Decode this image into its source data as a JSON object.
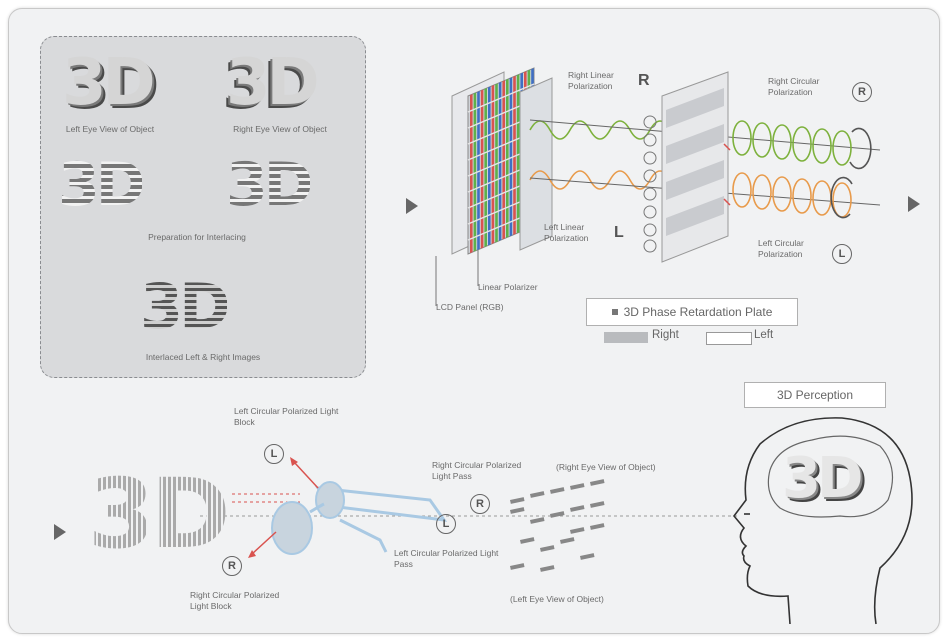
{
  "glyph": "3D",
  "prep": {
    "left_eye": "Left Eye View of Object",
    "right_eye": "Right Eye View of Object",
    "preparation": "Preparation for Interlacing",
    "interlaced": "Interlaced Left & Right Images"
  },
  "optics": {
    "right_linear": "Right Linear Polarization",
    "left_linear": "Left Linear Polarization",
    "right_circular": "Right Circular Polarization",
    "left_circular": "Left Circular Polarization",
    "linear_polarizer": "Linear Polarizer",
    "lcd_panel": "LCD Panel (RGB)",
    "phase_plate": "3D Phase Retardation Plate",
    "legend_right": "Right",
    "legend_left": "Left",
    "letter_r": "R",
    "letter_l": "L"
  },
  "viewing": {
    "left_block": "Left Circular Polarized Light Block",
    "right_block": "Right Circular Polarized Light Block",
    "right_pass": "Right Circular Polarized Light Pass",
    "left_pass": "Left Circular Polarized Light Pass",
    "right_eye_view": "(Right Eye View of Object)",
    "left_eye_view": "(Left Eye View of Object)",
    "perception": "3D Perception"
  },
  "colors": {
    "background": "#f1f2f3",
    "panel": "#d9dadc",
    "green_wave": "#7db13c",
    "orange_wave": "#e89a4a",
    "red_arrow": "#d9534f",
    "lens_blue": "#a9c9e3"
  }
}
